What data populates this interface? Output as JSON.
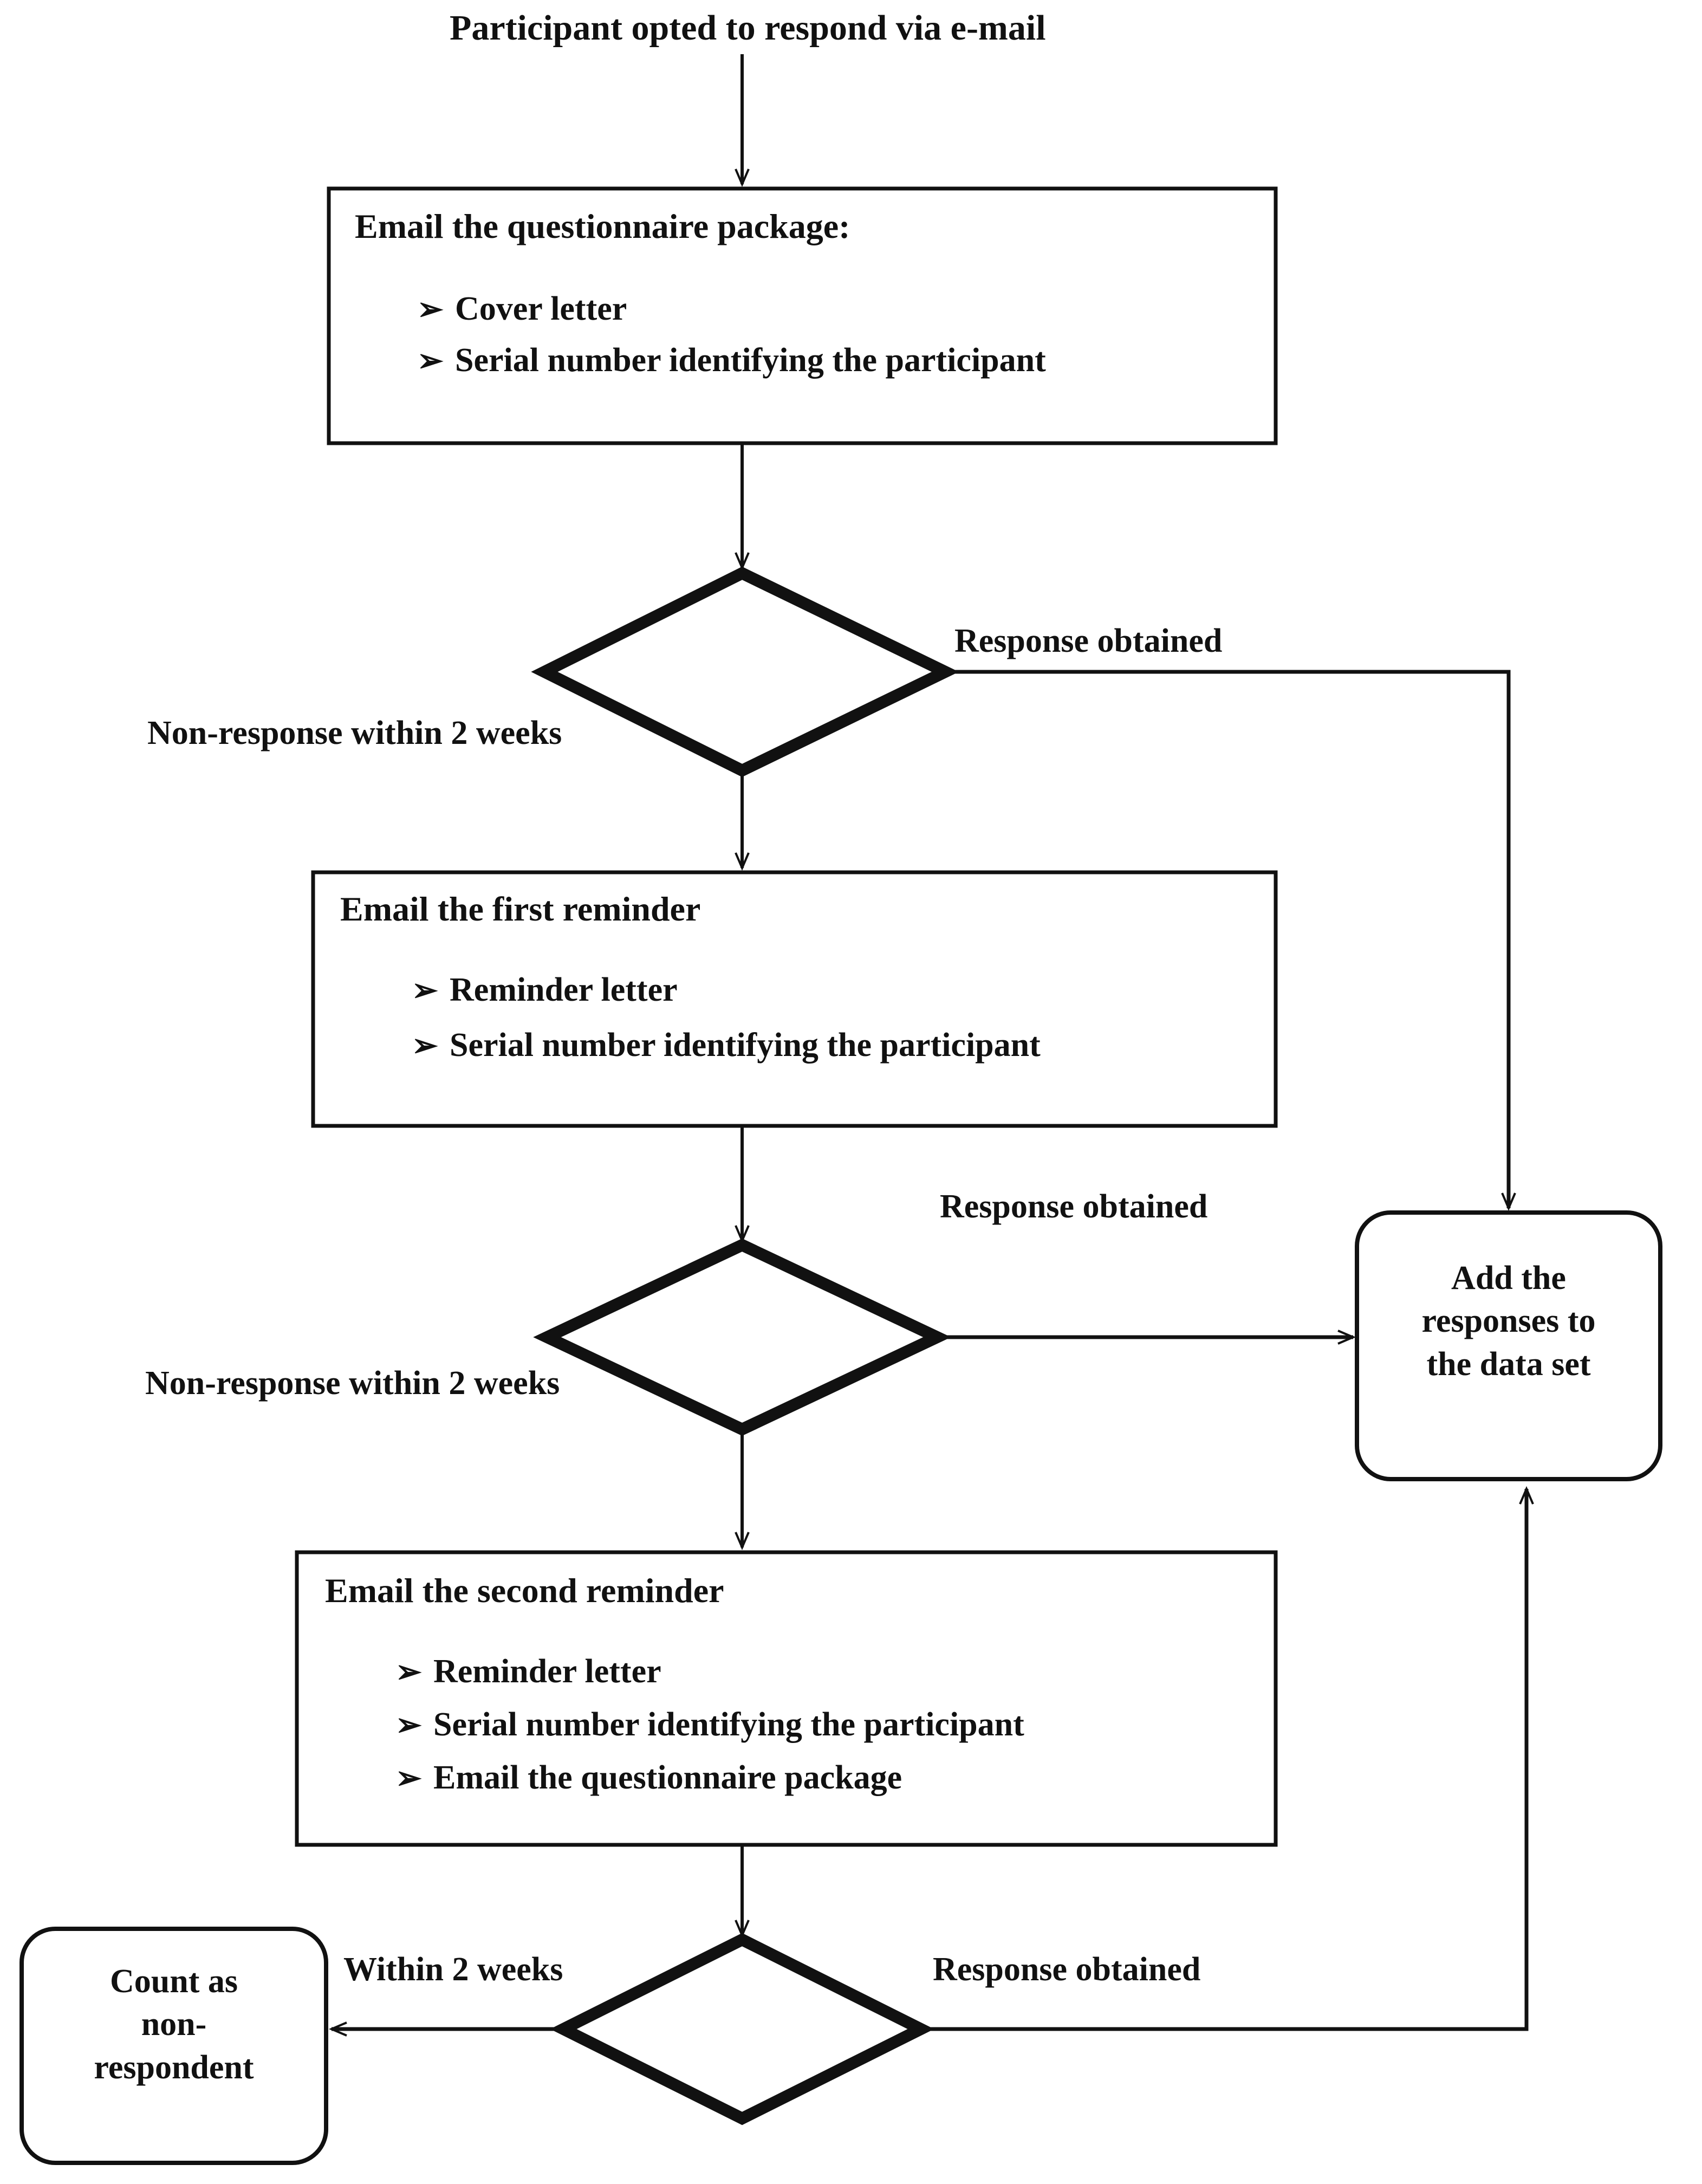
{
  "diagram": {
    "type": "flowchart",
    "title": "Participant opted to respond via e-mail",
    "orientation": "top-to-bottom",
    "colors": {
      "stroke": "#111111",
      "fill": "#ffffff",
      "text": "#111111"
    }
  },
  "nodes": {
    "start_label": {
      "id": "start",
      "shape": "text",
      "text": "Participant opted to respond via e-mail"
    },
    "process_1": {
      "id": "email-package",
      "shape": "rectangle",
      "title": "Email the questionnaire package:",
      "bullets": [
        "Cover letter",
        "Serial number identifying the participant"
      ]
    },
    "decision_1": {
      "id": "decision-1",
      "shape": "diamond",
      "text": ""
    },
    "process_2": {
      "id": "email-first-reminder",
      "shape": "rectangle",
      "title": "Email the first reminder",
      "bullets": [
        "Reminder letter",
        "Serial number identifying the participant"
      ]
    },
    "decision_2": {
      "id": "decision-2",
      "shape": "diamond",
      "text": ""
    },
    "process_3": {
      "id": "email-second-reminder",
      "shape": "rectangle",
      "title": "Email the second reminder",
      "bullets": [
        "Reminder letter",
        "Serial number identifying the participant",
        "Email the questionnaire package"
      ]
    },
    "decision_3": {
      "id": "decision-3",
      "shape": "diamond",
      "text": ""
    },
    "terminal_add": {
      "id": "add-responses",
      "shape": "rounded-rectangle",
      "lines": [
        "Add the",
        "responses to",
        "the data set"
      ]
    },
    "terminal_nonrespondent": {
      "id": "count-non-respondent",
      "shape": "rounded-rectangle",
      "lines": [
        "Count as",
        "non-",
        "respondent"
      ]
    }
  },
  "edge_labels": {
    "d1_yes": "Response obtained",
    "d1_no": "Non-response within 2 weeks",
    "d2_yes": "Response obtained",
    "d2_no": "Non-response within 2 weeks",
    "d3_yes": "Response obtained",
    "d3_no": "Within 2 weeks"
  },
  "icons": {
    "bullet": "➢"
  }
}
